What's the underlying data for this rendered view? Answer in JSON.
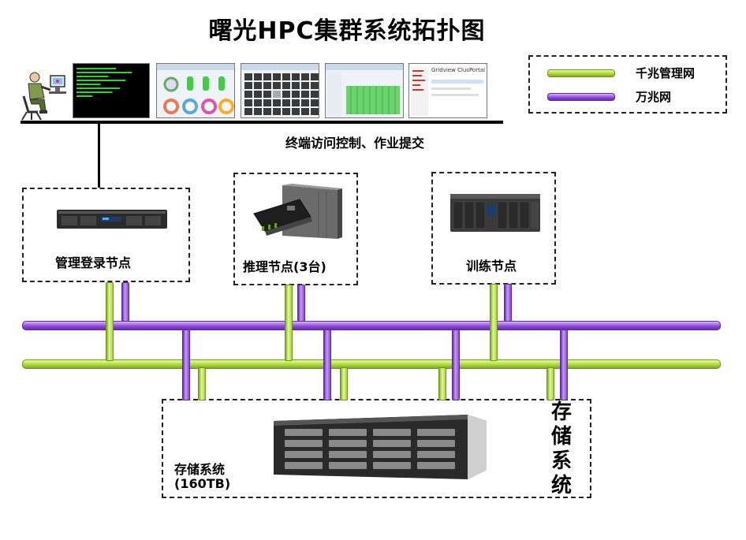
{
  "title": "曙光HPC集群系统拓扑图",
  "legend": {
    "items": [
      {
        "label": "千兆管理网",
        "color": "#a6d63a"
      },
      {
        "label": "万兆网",
        "color": "#8a45d6"
      }
    ]
  },
  "terminal": {
    "caption": "终端访问控制、作业提交",
    "portal_text": "Gridview ClusPortal"
  },
  "nodes": {
    "login": {
      "label": "管理登录节点"
    },
    "inference": {
      "label": "推理节点(3台)"
    },
    "training": {
      "label": "训练节点"
    }
  },
  "storage": {
    "label_line1": "存储系统",
    "label_line2": "(160TB)",
    "side_chars": [
      "存",
      "储",
      "系",
      "统"
    ]
  },
  "colors": {
    "gigabit_green": "#a6d63a",
    "tengig_purple": "#8a45d6"
  }
}
